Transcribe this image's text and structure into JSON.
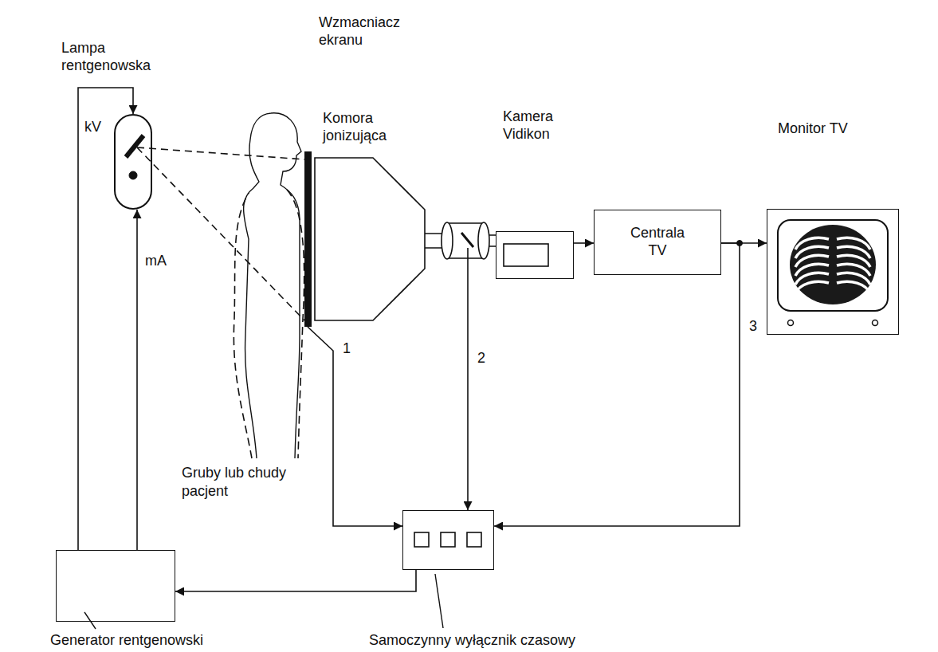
{
  "diagram": {
    "nodes": [
      {
        "text": [
          "Lampa rentgenowska"
        ]
      },
      {
        "text": [
          "Komora jonizująca"
        ]
      },
      {
        "text": [
          "Wzmacniacz ekranu"
        ]
      },
      {
        "text": [
          "Kamera Vidikon"
        ]
      },
      {
        "text": [
          "Centrala TV"
        ]
      },
      {
        "text": [
          "Monitor TV"
        ]
      },
      {
        "text": [
          "Generator rentgenowski"
        ]
      },
      {
        "text": [
          "Samoczynny wyłącznik czasowy"
        ]
      }
    ],
    "edges": [
      {
        "from": 6,
        "to": 0,
        "arrow": "to",
        "label": "kV"
      },
      {
        "from": 6,
        "to": 0,
        "arrow": "to",
        "label": "mA"
      },
      {
        "from": 1,
        "to": 7,
        "arrow": "to",
        "label": "1"
      },
      {
        "from": 2,
        "to": 7,
        "arrow": "to",
        "label": "2"
      },
      {
        "from": 3,
        "to": 4,
        "arrow": "to"
      },
      {
        "from": 4,
        "to": 5,
        "arrow": "to"
      },
      {
        "from": 4,
        "to": 7,
        "arrow": "to",
        "label": "3"
      },
      {
        "from": 7,
        "to": 6,
        "arrow": "to"
      }
    ],
    "labels": [
      "Gruby lub chudy pacjent"
    ]
  }
}
